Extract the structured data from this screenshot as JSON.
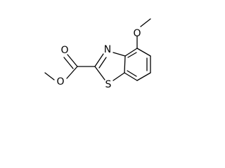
{
  "diagram": {
    "atom_labels": {
      "methoxy_oxygen": "O",
      "ester_carbonyl_oxygen": "O",
      "ester_ether_oxygen": "O",
      "thiazole_nitrogen": "N",
      "thiazole_sulfur": "S"
    }
  }
}
